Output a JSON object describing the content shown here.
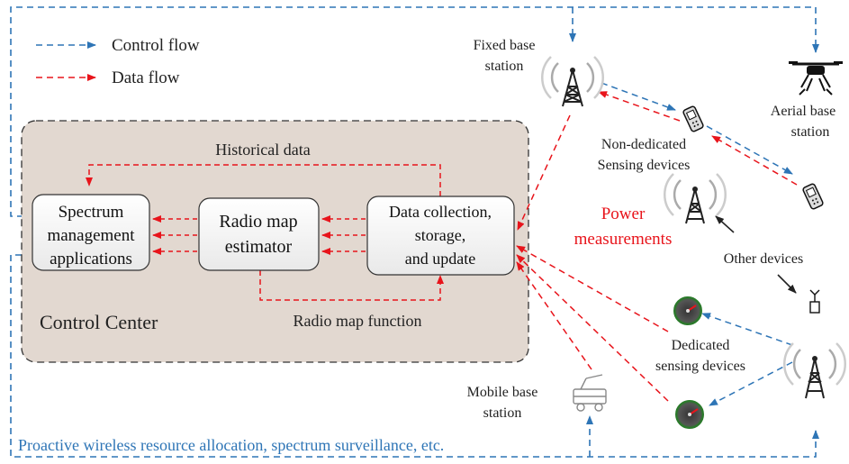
{
  "legend": {
    "control_flow": "Control flow",
    "data_flow": "Data flow"
  },
  "control_center": {
    "label": "Control Center",
    "spectrum_box": [
      "Spectrum",
      "management",
      "applications"
    ],
    "estimator_box": [
      "Radio map",
      "estimator"
    ],
    "collection_box": [
      "Data collection,",
      "storage,",
      "and update"
    ],
    "historical_data": "Historical data",
    "radio_map_function": "Radio map function"
  },
  "devices": {
    "fixed_base_station": [
      "Fixed base",
      "station"
    ],
    "aerial_base_station": [
      "Aerial base",
      "station"
    ],
    "non_dedicated": [
      "Non-dedicated",
      "Sensing devices"
    ],
    "power_measurements": [
      "Power",
      "measurements"
    ],
    "other_devices": "Other devices",
    "dedicated": [
      "Dedicated",
      "sensing devices"
    ],
    "mobile_base_station": [
      "Mobile base",
      "station"
    ]
  },
  "bottom_caption": "Proactive wireless resource allocation, spectrum surveillance, etc.",
  "colors": {
    "control": "#2e75b6",
    "data": "#e8141b",
    "panel_fill": "#e2d8d0",
    "power_text": "#e8141b",
    "caption_text": "#2e75b6"
  }
}
